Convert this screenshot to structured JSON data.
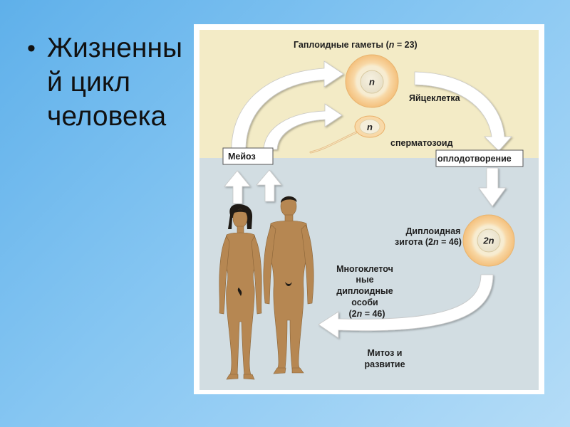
{
  "slide": {
    "bullet": "•",
    "title_lines": [
      "Жизненны",
      "й цикл",
      "человека"
    ]
  },
  "diagram": {
    "haploid_title": "Гаплоидные гаметы (n = 23)",
    "egg": {
      "label": "Яйцеклетка",
      "nucleus": "n"
    },
    "sperm": {
      "label": "сперматозоид",
      "nucleus": "n"
    },
    "meiosis": "Мейоз",
    "fertilization": "оплодотворение",
    "zygote": {
      "line1": "Диплоидная",
      "line2": "зигота (2n = 46)",
      "nucleus": "2n"
    },
    "organisms_lines": [
      "Многоклеточ",
      "ные",
      "диплоидные",
      "особи",
      "(2n = 46)"
    ],
    "mitosis_lines": [
      "Митоз и",
      "развитие"
    ]
  },
  "colors": {
    "haploid_zone": "#f3ebc6",
    "diploid_zone": "#d2dde2",
    "skin": "#b68752",
    "hair": "#1f1a15",
    "arrow": "#ffffff",
    "cell_ring": "#f6c98a",
    "cell_core": "#f4efdc"
  }
}
